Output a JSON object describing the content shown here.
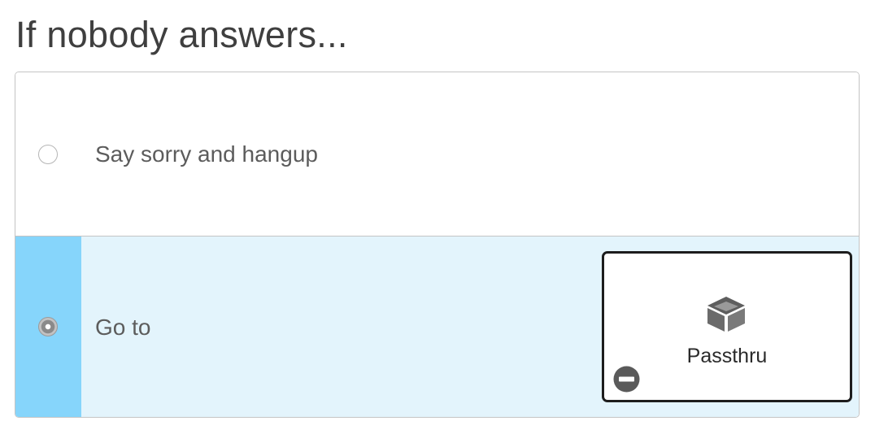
{
  "heading": "If nobody answers...",
  "options": [
    {
      "label": "Say sorry and hangup",
      "selected": false
    },
    {
      "label": "Go to",
      "selected": true
    }
  ],
  "goto_target": {
    "label": "Passthru",
    "icon": "cube-icon",
    "remove_icon": "remove-icon"
  },
  "colors": {
    "selected_background": "#e3f4fc",
    "selected_accent": "#86d5fb",
    "card_border": "#1d1d1d",
    "icon_gray": "#6b6b6b"
  }
}
